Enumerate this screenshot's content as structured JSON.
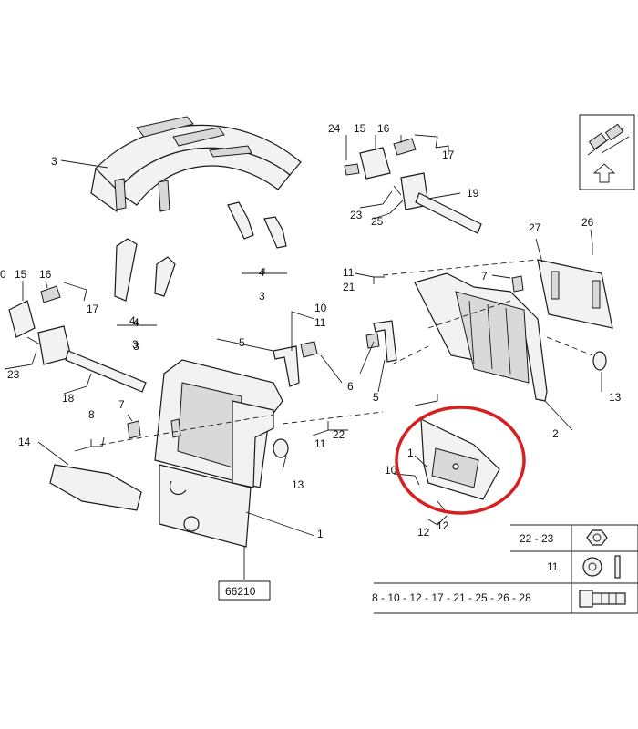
{
  "diagram": {
    "labels": [
      "3",
      "24",
      "15",
      "16",
      "17",
      "19",
      "23",
      "25",
      "4",
      "3",
      "4",
      "3",
      "0",
      "15",
      "16",
      "17",
      "4",
      "3",
      "23",
      "18",
      "11",
      "21",
      "10",
      "11",
      "5",
      "6",
      "7",
      "27",
      "26",
      "13",
      "5",
      "2",
      "8",
      "7",
      "14",
      "13",
      "11",
      "22",
      "1",
      "10",
      "12",
      "1",
      "12"
    ],
    "footer_code": "66210",
    "legend": {
      "rows": [
        {
          "label": "22 - 23",
          "icon": "hex-nut-icon"
        },
        {
          "label": "11",
          "icon": "washer-icon"
        },
        {
          "label": "8 - 10 - 12 - 17 - 21 - 25 - 26 - 28",
          "icon": "bolt-icon"
        }
      ]
    },
    "highlight_color": "#d62020"
  }
}
